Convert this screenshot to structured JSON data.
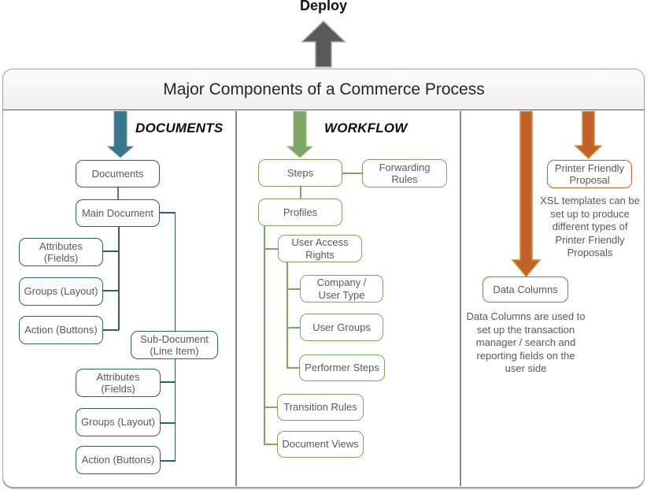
{
  "deploy": {
    "label": "Deploy"
  },
  "title": "Major Components of a Commerce Process",
  "columns": {
    "documents": {
      "header": "DOCUMENTS",
      "nodes": {
        "documents": "Documents",
        "main_document": "Main Document",
        "attributes_main": "Attributes (Fields)",
        "groups_main": "Groups (Layout)",
        "action_main": "Action (Buttons)",
        "sub_document": "Sub-Document (Line Item)",
        "attributes_sub": "Attributes (Fields)",
        "groups_sub": "Groups (Layout)",
        "action_sub": "Action (Buttons)"
      }
    },
    "workflow": {
      "header": "WORKFLOW",
      "nodes": {
        "steps": "Steps",
        "forwarding_rules": "Forwarding Rules",
        "profiles": "Profiles",
        "user_access_rights": "User Access Rights",
        "company_user_type": "Company / User Type",
        "user_groups": "User Groups",
        "performer_steps": "Performer Steps",
        "transition_rules": "Transition Rules",
        "document_views": "Document Views"
      }
    },
    "output": {
      "nodes": {
        "printer_friendly_proposal": "Printer Friendly Proposal",
        "data_columns": "Data Columns"
      },
      "notes": {
        "xsl": "XSL templates can be set up to produce different types of Printer Friendly Proposals",
        "data_columns": "Data Columns are used to set up the transaction manager / search and reporting fields on the user side"
      }
    }
  },
  "colors": {
    "teal": "#2d5f73",
    "teal_arrow": "#3b758f",
    "green": "#7ea766",
    "orange": "#c2612e",
    "orange_border": "#cf9133",
    "gray_text": "#595959",
    "deploy_arrow": "#595959",
    "blue_connector": "#4472c4"
  }
}
